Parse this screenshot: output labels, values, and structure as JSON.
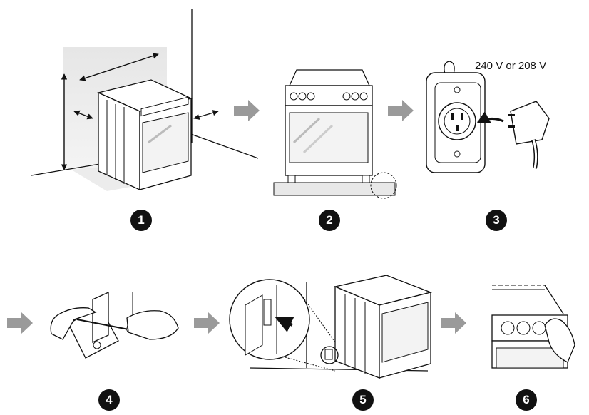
{
  "diagram": {
    "voltage_label": "240 V or 208 V",
    "steps": [
      {
        "number": "1",
        "icon": "range-clearance-dimensions-icon"
      },
      {
        "number": "2",
        "icon": "range-leveling-icon"
      },
      {
        "number": "3",
        "icon": "power-outlet-plug-icon"
      },
      {
        "number": "4",
        "icon": "anti-tip-bracket-screw-icon"
      },
      {
        "number": "5",
        "icon": "anti-tip-bracket-engage-icon"
      },
      {
        "number": "6",
        "icon": "control-knob-check-icon"
      }
    ],
    "arrow_color": "#9a9a9a",
    "badge_color": "#111111"
  }
}
